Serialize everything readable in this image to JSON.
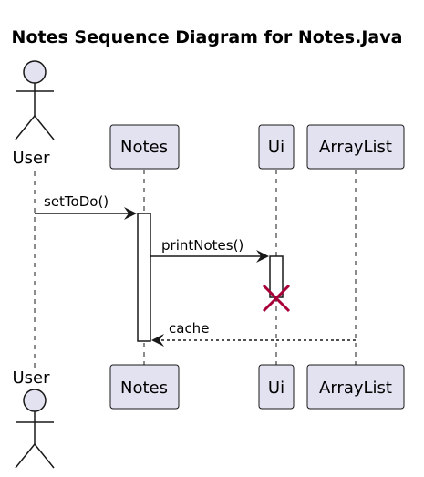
{
  "title": "Notes Sequence Diagram for Notes.Java",
  "participants": {
    "user": {
      "label": "User",
      "kind": "actor"
    },
    "notes": {
      "label": "Notes",
      "kind": "participant"
    },
    "ui": {
      "label": "Ui",
      "kind": "participant"
    },
    "arraylist": {
      "label": "ArrayList",
      "kind": "participant"
    }
  },
  "messages": [
    {
      "from": "User",
      "to": "Notes",
      "label": "setToDo()",
      "style": "solid"
    },
    {
      "from": "Notes",
      "to": "Ui",
      "label": "printNotes()",
      "style": "solid"
    },
    {
      "from": "ArrayList",
      "to": "Notes",
      "label": "cache",
      "style": "dashed"
    }
  ],
  "destroyed": [
    "Ui"
  ],
  "colors": {
    "participant_fill": "#e2e2f0",
    "participant_stroke": "#181818",
    "lifeline": "#181818",
    "destroy_mark": "#a80036"
  }
}
